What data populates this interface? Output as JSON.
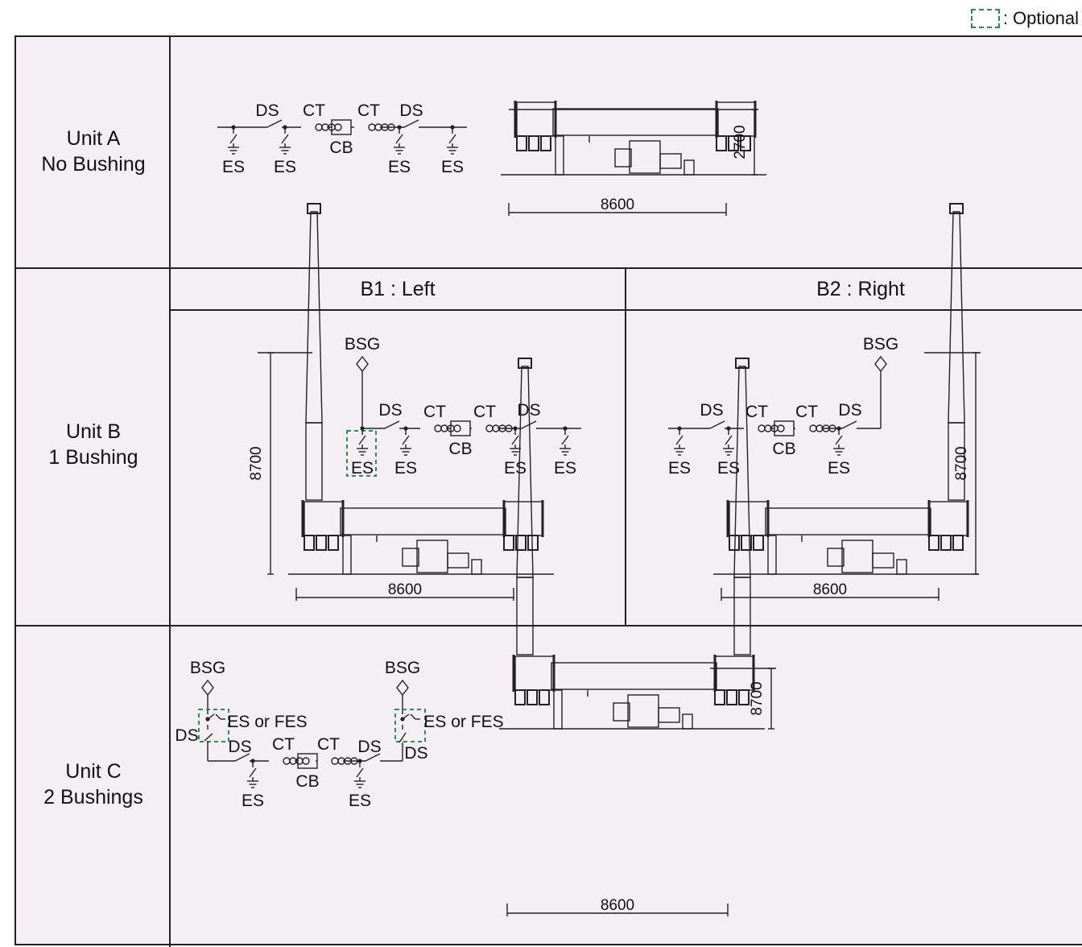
{
  "legend": {
    "label": ": Optional",
    "box_color": "#2e8b57"
  },
  "units": [
    {
      "name": "Unit A",
      "desc": "No Bushing"
    },
    {
      "name": "Unit B",
      "desc": "1 Bushing"
    },
    {
      "name": "Unit C",
      "desc": "2 Bushings"
    }
  ],
  "unit_b_variants": [
    "B1 : Left",
    "B2 : Right"
  ],
  "labels": {
    "ds": "DS",
    "ct": "CT",
    "cb": "CB",
    "es": "ES",
    "bsg": "BSG",
    "es_or_fes": "ES or FES"
  },
  "dimensions": {
    "length": "8600",
    "height_a": "2700",
    "height_bushing": "8700"
  },
  "colors": {
    "line": "#222222",
    "optional": "#2e8b57",
    "background": "#f3eff3"
  }
}
